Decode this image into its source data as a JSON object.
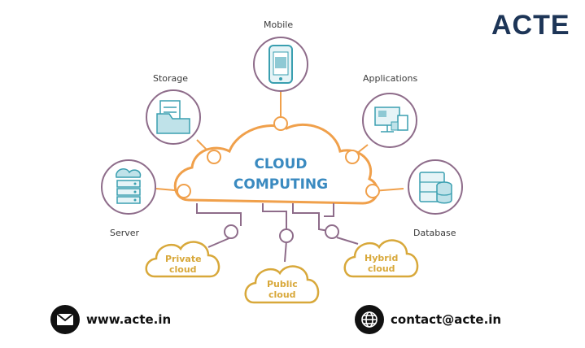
{
  "brand": {
    "name": "ACTE"
  },
  "center": {
    "line1": "CLOUD",
    "line2": "COMPUTING"
  },
  "nodes": {
    "mobile": "Mobile",
    "storage": "Storage",
    "applications": "Applications",
    "server": "Server",
    "database": "Database"
  },
  "deployments": {
    "private": [
      "Private",
      "cloud"
    ],
    "public": [
      "Public",
      "cloud"
    ],
    "hybrid": [
      "Hybrid",
      "cloud"
    ]
  },
  "footer": {
    "website": "www.acte.in",
    "email": "contact@acte.in"
  },
  "colors": {
    "orange": "#f0a04b",
    "purple": "#8e6c8a",
    "teal": "#3a9fb0",
    "gold": "#d8a83a",
    "navy": "#1d3557"
  }
}
